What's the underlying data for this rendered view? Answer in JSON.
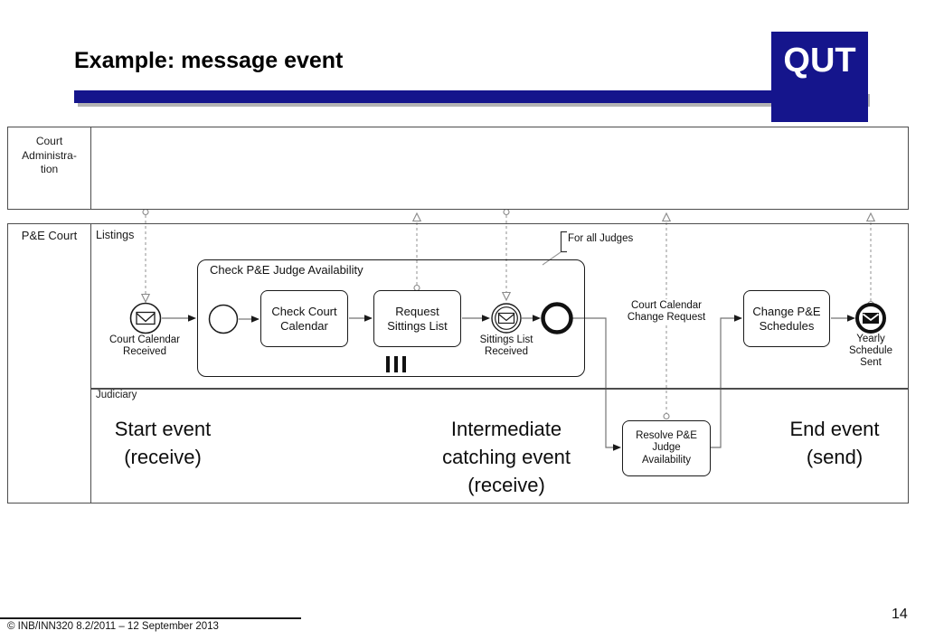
{
  "header": {
    "title": "Example: message event",
    "logo": "QUT"
  },
  "colors": {
    "accent": "#15158c"
  },
  "pool_admin": {
    "label_line1": "Court",
    "label_line2": "Administra-",
    "label_line3": "tion"
  },
  "pool_pe": {
    "label": "P&E Court",
    "lane_listings": "Listings",
    "lane_judiciary": "Judiciary"
  },
  "subprocess": {
    "title": "Check P&E Judge Availability"
  },
  "nodes": {
    "start_event_label_1": "Court Calendar",
    "start_event_label_2": "Received",
    "task_check_1": "Check Court",
    "task_check_2": "Calendar",
    "task_request_1": "Request",
    "task_request_2": "Sittings List",
    "intermediate_label_1": "Sittings List",
    "intermediate_label_2": "Received",
    "task_resolve_1": "Resolve P&E",
    "task_resolve_2": "Judge",
    "task_resolve_3": "Availability",
    "task_change_1": "Change P&E",
    "task_change_2": "Schedules",
    "end_event_label_1": "Yearly",
    "end_event_label_2": "Schedule",
    "end_event_label_3": "Sent"
  },
  "messages": {
    "change_request_1": "Court Calendar",
    "change_request_2": "Change Request"
  },
  "annotation": {
    "text": "For all Judges"
  },
  "captions": {
    "start_1": "Start event",
    "start_2": "(receive)",
    "intermediate_1": "Intermediate",
    "intermediate_2": "catching event",
    "intermediate_3": "(receive)",
    "end_1": "End event",
    "end_2": "(send)"
  },
  "footer": {
    "copyright": "© INB/INN320 8.2/2011 – 12 September 2013",
    "page_number": "14"
  }
}
